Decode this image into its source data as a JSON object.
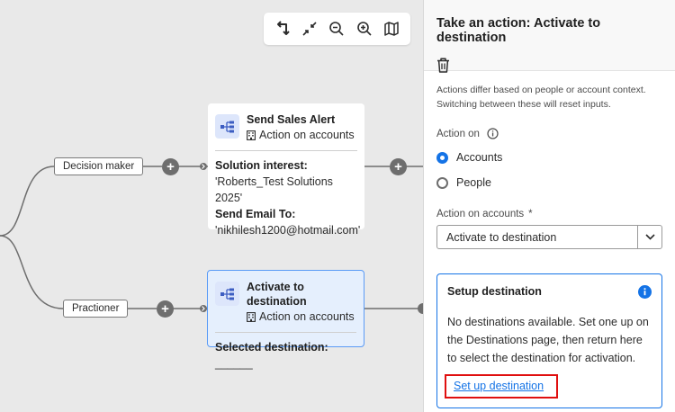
{
  "toolbar": {
    "items": [
      "reorient-icon",
      "collapse-icon",
      "zoom-out-icon",
      "zoom-in-icon",
      "map-icon"
    ]
  },
  "paths": {
    "decision_maker": "Decision maker",
    "practioner": "Practioner"
  },
  "nodes": {
    "send_alert": {
      "title": "Send Sales Alert",
      "subtitle": "Action on accounts",
      "line1_label": "Solution interest:",
      "line1_value": " 'Roberts_Test Solutions 2025'",
      "line2_label": "Send Email To:",
      "line2_value": "'nikhilesh1200@hotmail.com'"
    },
    "activate": {
      "title": "Activate to destination",
      "subtitle": "Action on accounts",
      "line1_label": "Selected destination:",
      "line1_value": " ______"
    }
  },
  "panel": {
    "title": "Take an action: Activate to destination",
    "hint": "Actions differ based on people or account context. Switching between these will reset inputs.",
    "action_on_label": "Action on",
    "radio_accounts": "Accounts",
    "radio_people": "People",
    "selected_radio": "Accounts",
    "action_on_accounts_label": "Action on accounts",
    "required_mark": "*",
    "select_value": "Activate to destination",
    "card": {
      "title": "Setup destination",
      "text": "No destinations available. Set one up on the Destinations page, then return here to select the destination for activation.",
      "link": "Set up destination"
    }
  },
  "colors": {
    "accent": "#1473e6",
    "highlight_border": "#e00f0f",
    "selected_node_bg": "#e5effd",
    "canvas_bg": "#e9e9e9"
  }
}
